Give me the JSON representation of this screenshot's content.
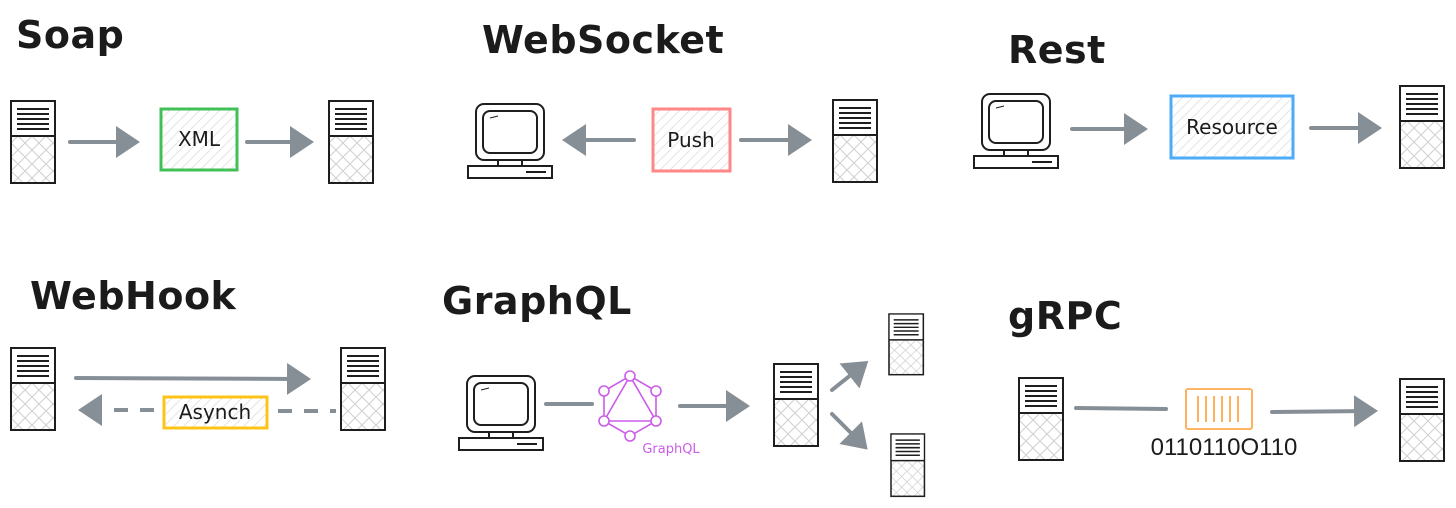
{
  "sections": {
    "soap": {
      "title": "Soap",
      "box": "XML",
      "box_color": "#40c057"
    },
    "websocket": {
      "title": "WebSocket",
      "box": "Push",
      "box_color": "#ff8787"
    },
    "rest": {
      "title": "Rest",
      "box": "Resource",
      "box_color": "#4dabf7"
    },
    "webhook": {
      "title": "WebHook",
      "box": "Asynch",
      "box_color": "#fcc419"
    },
    "graphql": {
      "title": "GraphQL",
      "logo_label": "GraphQL",
      "logo_color": "#cc5de8"
    },
    "grpc": {
      "title": "gRPC",
      "binary": "0110110O110",
      "icon_color": "#ffa94d"
    }
  },
  "colors": {
    "arrow": "#868e96",
    "ink": "#1e1e1e"
  },
  "icons": [
    "server-icon",
    "computer-icon",
    "arrow-icon",
    "graphql-logo-icon",
    "binary-container-icon"
  ]
}
